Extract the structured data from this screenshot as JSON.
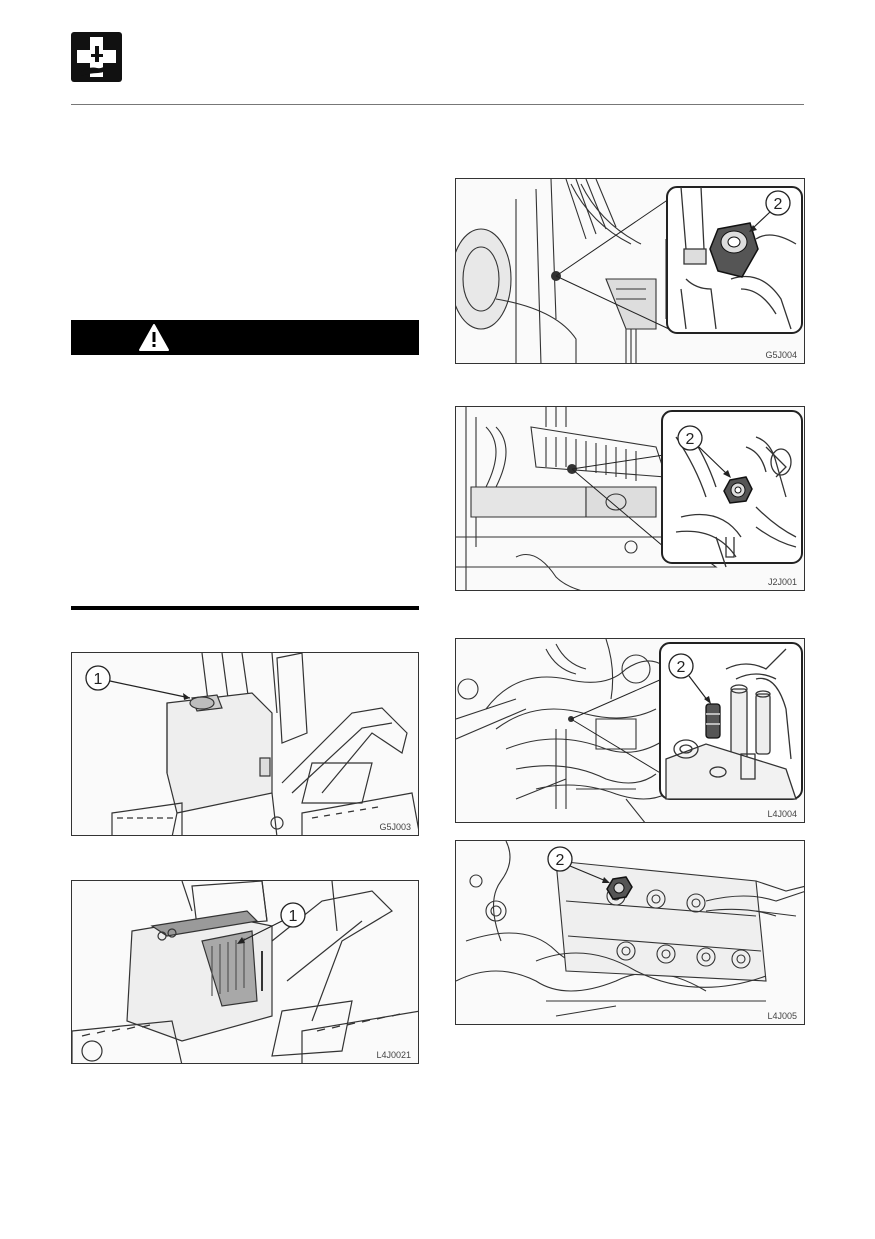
{
  "header": {
    "logo_icon": "first-aid-maintenance-icon"
  },
  "warning": {
    "icon": "warning-triangle-icon"
  },
  "figures": {
    "fig1": {
      "code": "G5J003",
      "callout": "1"
    },
    "fig2": {
      "code": "L4J0021",
      "callout": "1"
    },
    "fig3": {
      "code": "G5J004",
      "callout": "2"
    },
    "fig4": {
      "code": "J2J001",
      "callout": "2"
    },
    "fig5": {
      "code": "L4J004",
      "callout": "2"
    },
    "fig6": {
      "code": "L4J005",
      "callout": "2"
    }
  }
}
